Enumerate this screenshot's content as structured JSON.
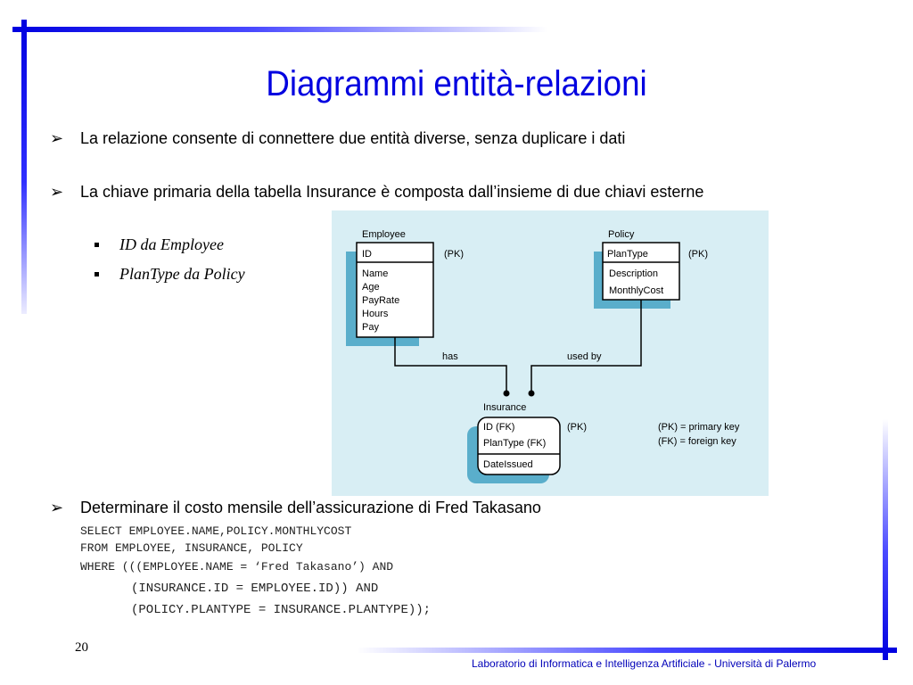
{
  "slide": {
    "title": "Diagrammi entità-relazioni",
    "bullets": [
      {
        "arrow": "➢",
        "text": "La relazione consente di connettere due entità diverse, senza duplicare i dati"
      },
      {
        "arrow": "➢",
        "text": "La chiave primaria della tabella Insurance è composta dall’insieme di due chiavi esterne"
      },
      {
        "arrow": "➢",
        "text": "Determinare il costo mensile dell’assicurazione di Fred Takasano"
      }
    ],
    "sub_bullets": [
      "ID da Employee",
      "PlanType da Policy"
    ],
    "code_lines": [
      "SELECT EMPLOYEE.NAME,POLICY.MONTHLYCOST",
      "FROM EMPLOYEE, INSURANCE, POLICY",
      "WHERE (((EMPLOYEE.NAME = ‘Fred Takasano’) AND",
      "(INSURANCE.ID = EMPLOYEE.ID)) AND",
      "(POLICY.PLANTYPE = INSURANCE.PLANTYPE));"
    ],
    "page_number": "20",
    "footer": "Laboratorio di Informatica e Intelligenza Artificiale - Università di Palermo"
  },
  "diagram": {
    "employee": {
      "name": "Employee",
      "key": "ID",
      "key_note": "(PK)",
      "fields": [
        "Name",
        "Age",
        "PayRate",
        "Hours",
        "Pay"
      ]
    },
    "policy": {
      "name": "Policy",
      "key": "PlanType",
      "key_note": "(PK)",
      "fields": [
        "Description",
        "MonthlyCost"
      ]
    },
    "insurance": {
      "name": "Insurance",
      "keys": [
        "ID (FK)",
        "PlanType (FK)"
      ],
      "key_note": "(PK)",
      "fields": [
        "DateIssued"
      ]
    },
    "rel_has": "has",
    "rel_used_by": "used by",
    "legend": [
      "(PK) = primary key",
      "(FK) = foreign key"
    ]
  },
  "colors": {
    "title": "#0000e0",
    "accent_bar": "#0000e0",
    "diagram_bg": "#d8eef4",
    "box_shadow": "#5aaecb"
  }
}
